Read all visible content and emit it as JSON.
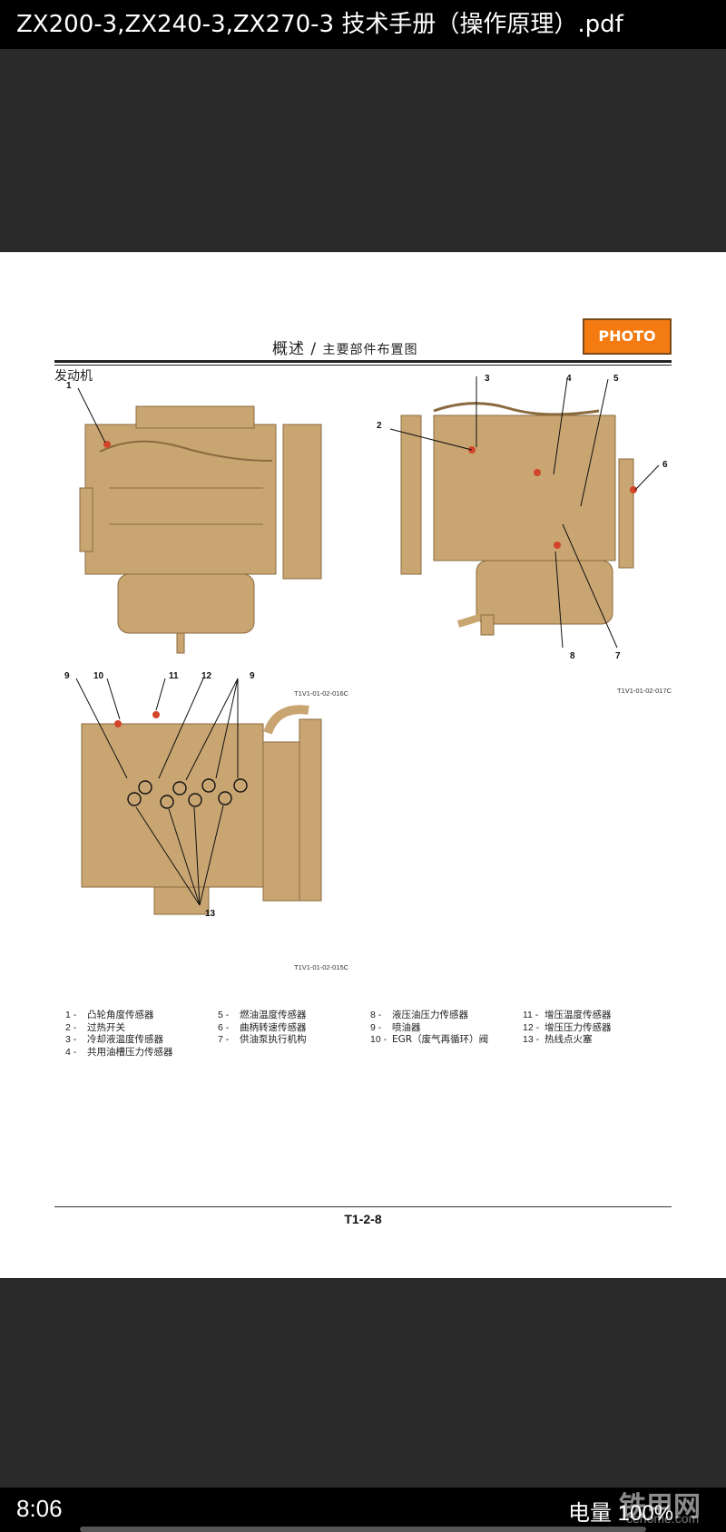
{
  "window": {
    "title": "ZX200-3,ZX240-3,ZX270-3 技术手册（操作原理）.pdf"
  },
  "page": {
    "photo_button": "PHOTO",
    "header_main": "概述",
    "header_sep": "/",
    "header_sub": "主要部件布置图",
    "section": "发动机",
    "figure_codes": [
      "T1V1-01-02-016C",
      "T1V1-01-02-017C",
      "T1V1-01-02-015C"
    ],
    "callouts_fig1": [
      "1"
    ],
    "callouts_fig2": [
      "2",
      "3",
      "4",
      "5",
      "6",
      "7",
      "8"
    ],
    "callouts_fig3": [
      "9",
      "10",
      "11",
      "12",
      "9",
      "13"
    ],
    "legend": [
      {
        "num": "1 -",
        "label": "凸轮角度传感器"
      },
      {
        "num": "2 -",
        "label": "过热开关"
      },
      {
        "num": "3 -",
        "label": "冷却液温度传感器"
      },
      {
        "num": "4 -",
        "label": "共用油槽压力传感器"
      },
      {
        "num": "5 -",
        "label": "燃油温度传感器"
      },
      {
        "num": "6 -",
        "label": "曲柄转速传感器"
      },
      {
        "num": "7 -",
        "label": "供油泵执行机构"
      },
      {
        "num": "8 -",
        "label": "液压油压力传感器"
      },
      {
        "num": "9 -",
        "label": "喷油器"
      },
      {
        "num": "10 -",
        "label": "EGR（废气再循环）阀"
      },
      {
        "num": "11 -",
        "label": "增压温度传感器"
      },
      {
        "num": "12 -",
        "label": "增压压力传感器"
      },
      {
        "num": "13 -",
        "label": "热线点火塞"
      }
    ],
    "page_number": "T1-2-8",
    "colors": {
      "engine": "#c9a572",
      "engine_dark": "#8a6a3e",
      "photo": "#f47b12",
      "marker": "#d2452a"
    }
  },
  "status": {
    "time": "8:06",
    "battery": "电量 100%",
    "watermark": "铁甲网",
    "watermark_url": "cehome.com"
  }
}
